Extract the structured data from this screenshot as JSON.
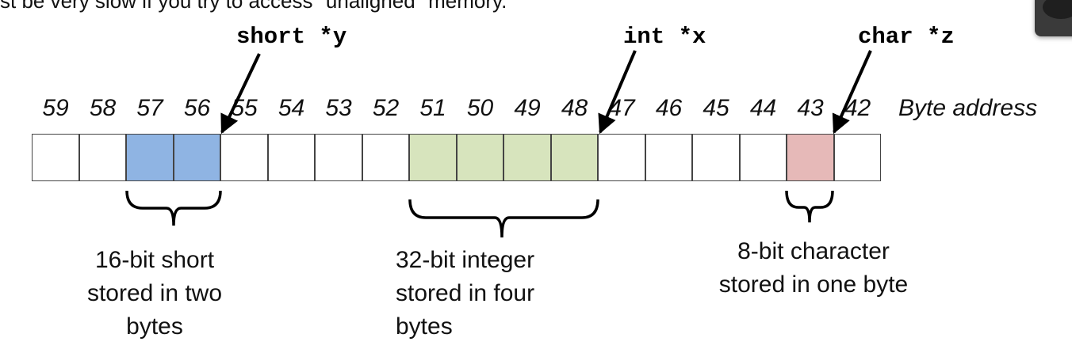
{
  "header_text": "st be very slow if you try to access \"unaligned\" memory.",
  "pointers": [
    {
      "label": "short *y"
    },
    {
      "label": "int *x"
    },
    {
      "label": "char *z"
    }
  ],
  "address_caption": "Byte address",
  "addresses": [
    "59",
    "58",
    "57",
    "56",
    "55",
    "54",
    "53",
    "52",
    "51",
    "50",
    "49",
    "48",
    "47",
    "46",
    "45",
    "44",
    "43",
    "42"
  ],
  "fill_colors": {
    "short": "#8fb4e3",
    "int": "#d7e4bd",
    "char": "#e6b9b8"
  },
  "captions": {
    "short": [
      "16-bit short",
      "stored in two",
      "bytes"
    ],
    "int": [
      "32-bit integer",
      "stored in four",
      "bytes"
    ],
    "char": [
      "8-bit character",
      "stored in one byte"
    ]
  }
}
